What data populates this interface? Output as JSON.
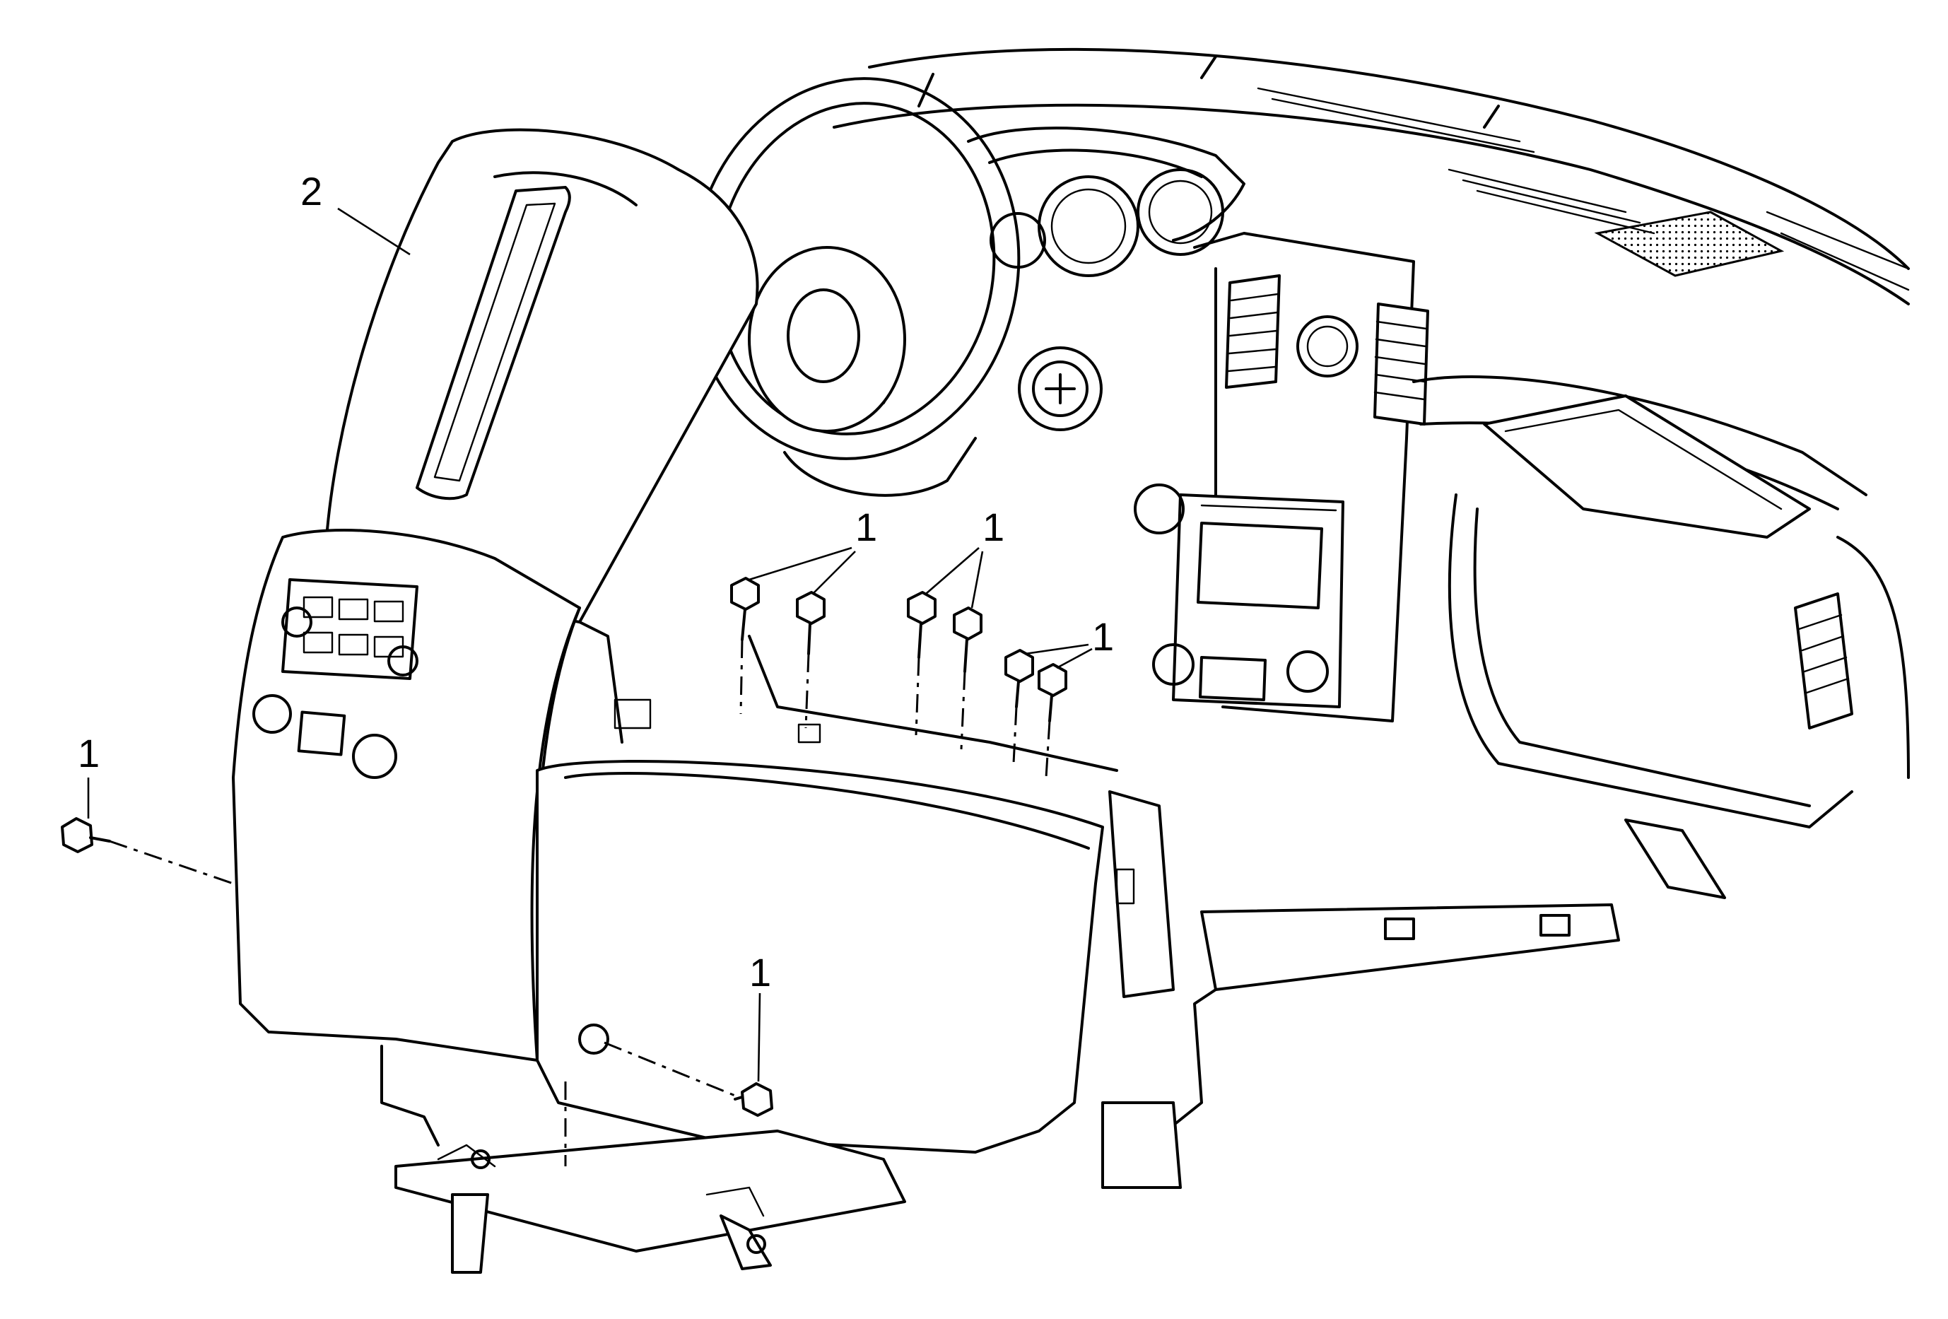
{
  "figure": {
    "callouts": [
      {
        "id": "c1a",
        "label": "1"
      },
      {
        "id": "c1b",
        "label": "1"
      },
      {
        "id": "c1c",
        "label": "1"
      },
      {
        "id": "c1d",
        "label": "1"
      },
      {
        "id": "c1e",
        "label": "1"
      },
      {
        "id": "c2",
        "label": "2"
      }
    ]
  }
}
